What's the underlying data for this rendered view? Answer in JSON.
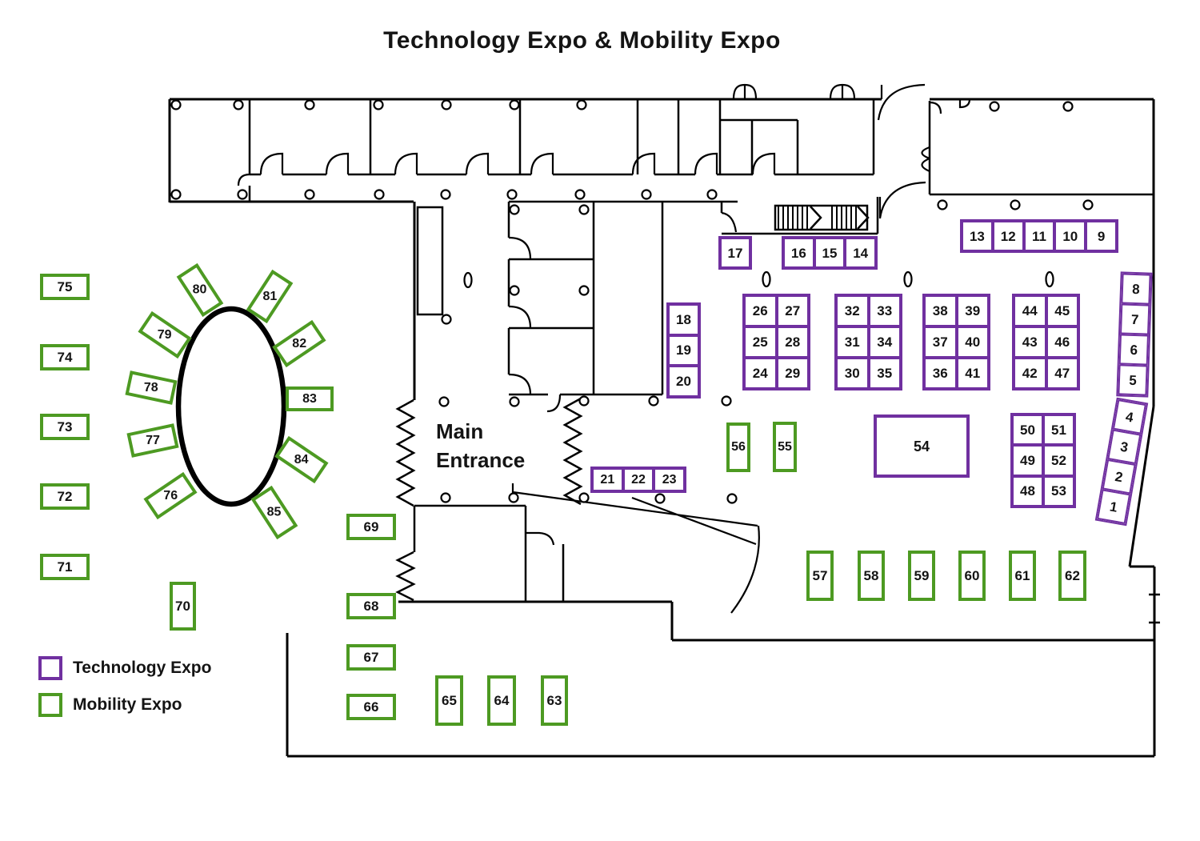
{
  "title": "Technology Expo & Mobility Expo",
  "entrance": {
    "line1": "Main",
    "line2": "Entrance"
  },
  "legend": [
    {
      "key": "tech",
      "label": "Technology Expo"
    },
    {
      "key": "mobility",
      "label": "Mobility Expo"
    }
  ],
  "colors": {
    "tech": "#7030A0",
    "mobility": "#4D9A22",
    "wall": "#000000"
  },
  "icons": {
    "stairs": "stairs-icon",
    "accordion_door": "accordion-door-icon",
    "door_swing": "door-swing-arc-icon",
    "column": "column-circle-icon"
  },
  "booths": {
    "n1": "1",
    "n2": "2",
    "n3": "3",
    "n4": "4",
    "n5": "5",
    "n6": "6",
    "n7": "7",
    "n8": "8",
    "n9": "9",
    "n10": "10",
    "n11": "11",
    "n12": "12",
    "n13": "13",
    "n14": "14",
    "n15": "15",
    "n16": "16",
    "n17": "17",
    "n18": "18",
    "n19": "19",
    "n20": "20",
    "n21": "21",
    "n22": "22",
    "n23": "23",
    "n24": "24",
    "n25": "25",
    "n26": "26",
    "n27": "27",
    "n28": "28",
    "n29": "29",
    "n30": "30",
    "n31": "31",
    "n32": "32",
    "n33": "33",
    "n34": "34",
    "n35": "35",
    "n36": "36",
    "n37": "37",
    "n38": "38",
    "n39": "39",
    "n40": "40",
    "n41": "41",
    "n42": "42",
    "n43": "43",
    "n44": "44",
    "n45": "45",
    "n46": "46",
    "n47": "47",
    "n48": "48",
    "n49": "49",
    "n50": "50",
    "n51": "51",
    "n52": "52",
    "n53": "53",
    "n54": "54",
    "n55": "55",
    "n56": "56",
    "n57": "57",
    "n58": "58",
    "n59": "59",
    "n60": "60",
    "n61": "61",
    "n62": "62",
    "n63": "63",
    "n64": "64",
    "n65": "65",
    "n66": "66",
    "n67": "67",
    "n68": "68",
    "n69": "69",
    "n70": "70",
    "n71": "71",
    "n72": "72",
    "n73": "73",
    "n74": "74",
    "n75": "75",
    "n76": "76",
    "n77": "77",
    "n78": "78",
    "n79": "79",
    "n80": "80",
    "n81": "81",
    "n82": "82",
    "n83": "83",
    "n84": "84",
    "n85": "85"
  }
}
